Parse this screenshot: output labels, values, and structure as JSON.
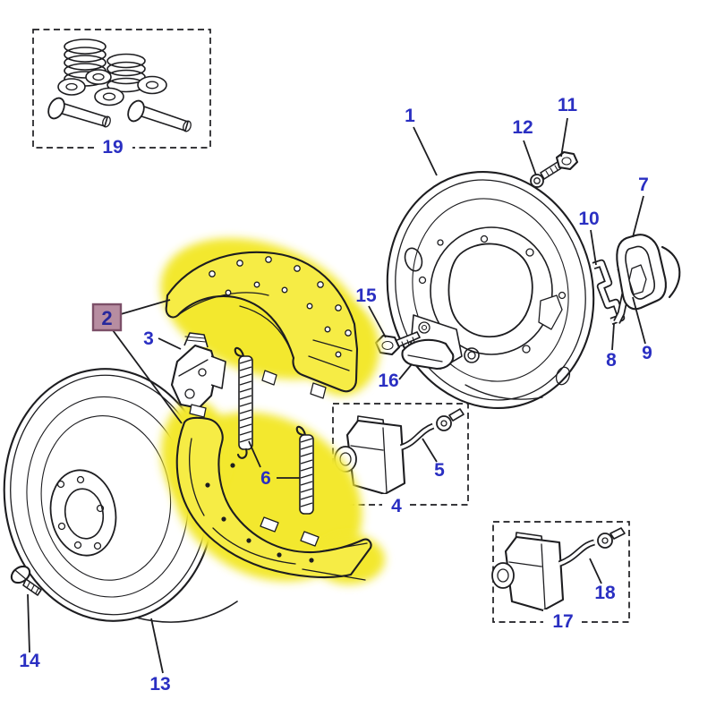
{
  "diagram": {
    "type": "exploded-parts-diagram",
    "highlighted_part": "2",
    "callouts": [
      {
        "part": 1,
        "label": "1"
      },
      {
        "part": 2,
        "label": "2"
      },
      {
        "part": 3,
        "label": "3"
      },
      {
        "part": 4,
        "label": "4"
      },
      {
        "part": 5,
        "label": "5"
      },
      {
        "part": 6,
        "label": "6"
      },
      {
        "part": 7,
        "label": "7"
      },
      {
        "part": 8,
        "label": "8"
      },
      {
        "part": 9,
        "label": "9"
      },
      {
        "part": 10,
        "label": "10"
      },
      {
        "part": 11,
        "label": "11"
      },
      {
        "part": 12,
        "label": "12"
      },
      {
        "part": 13,
        "label": "13"
      },
      {
        "part": 14,
        "label": "14"
      },
      {
        "part": 15,
        "label": "15"
      },
      {
        "part": 16,
        "label": "16"
      },
      {
        "part": 17,
        "label": "17"
      },
      {
        "part": 18,
        "label": "18"
      },
      {
        "part": 19,
        "label": "19"
      }
    ],
    "colors": {
      "line": "#1d1d20",
      "label_text": "#2a2fc2",
      "highlight_yellow": "#f3e82f",
      "shoe_fill": "#f6ec45",
      "badge_fill": "#b78da1",
      "badge_border": "#7c4f68",
      "badge_text": "#27289c",
      "background": "#ffffff"
    }
  }
}
